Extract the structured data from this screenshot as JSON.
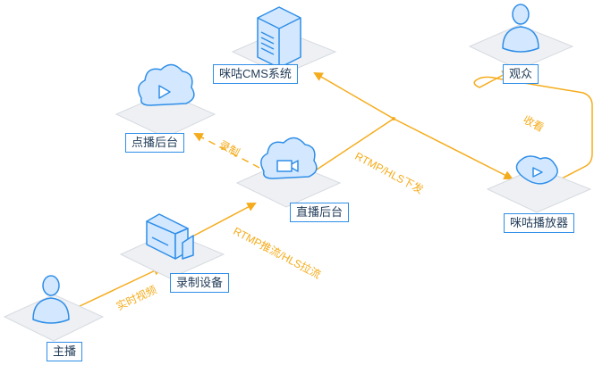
{
  "colors": {
    "accent": "#2f8ee8",
    "icon_fill": "#d3e8ff",
    "icon_stroke": "#2f8ee8",
    "platform": "#eef0f3",
    "platform_edge": "#d6dae0",
    "flow": "#f5ac1c",
    "label_text": "#1f3a57"
  },
  "nodes": {
    "cms": {
      "label": "咪咕CMS系统",
      "icon": "server-icon"
    },
    "audience": {
      "label": "观众",
      "icon": "person-icon"
    },
    "vod": {
      "label": "点播后台",
      "icon": "cloud-play-icon"
    },
    "live": {
      "label": "直播后台",
      "icon": "cloud-camera-icon"
    },
    "player": {
      "label": "咪咕播放器",
      "icon": "player-icon"
    },
    "recorder": {
      "label": "录制设备",
      "icon": "video-camera-icon"
    },
    "host": {
      "label": "主播",
      "icon": "person-icon"
    }
  },
  "edges": {
    "realtime_video": "实时视频",
    "push_pull": "RTMP推流/HLS拉流",
    "record": "录制",
    "distribute": "RTMP/HLS下发",
    "watch": "收看"
  }
}
